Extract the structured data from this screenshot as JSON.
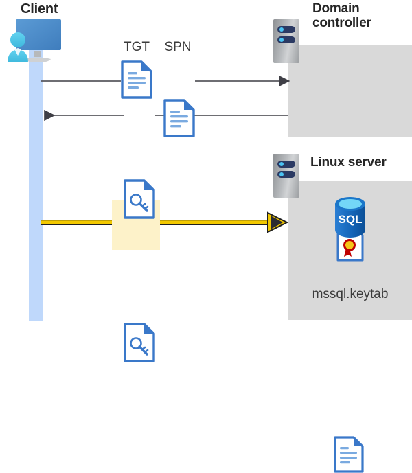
{
  "diagram": {
    "title": "Kerberos authentication flow between client, domain controller and Linux server",
    "background": "#ffffff",
    "colors": {
      "panel_gray": "#d9d9d9",
      "lifeline_blue": "#bfd8fb",
      "arrow_gray": "#3f3f46",
      "arrow_yellow": "#f2c800",
      "highlight_yellow": "#fdf2c9",
      "doc_blue": "#3a78c9",
      "title_dark": "#262626",
      "sql_blue": "#0f6cbd",
      "cert_gold": "#f5c518",
      "cert_red": "#c00000"
    }
  },
  "nodes": {
    "client": {
      "label": "Client",
      "icon": "user-monitor-icon",
      "lifeline": true
    },
    "domain_controller": {
      "label_line1": "Domain",
      "label_line2": "controller",
      "label": "Domain controller",
      "icon": "server-rack-icon",
      "contents": [
        {
          "name": "certificate-icon",
          "label": ""
        }
      ]
    },
    "linux_server": {
      "label": "Linux server",
      "icon": "server-rack-icon",
      "contents": [
        {
          "name": "sql-database-icon",
          "label": "SQL"
        },
        {
          "name": "keytab-file-icon",
          "label": "mssql.keytab"
        }
      ]
    }
  },
  "messages": [
    {
      "id": "request",
      "from": "client",
      "to": "domain_controller",
      "direction": "right",
      "color": "#3f3f46",
      "artifacts": [
        {
          "label": "TGT",
          "icon": "document-icon"
        },
        {
          "label": "SPN",
          "icon": "document-icon"
        }
      ]
    },
    {
      "id": "response",
      "from": "domain_controller",
      "to": "client",
      "direction": "left",
      "color": "#3f3f46",
      "artifacts": [
        {
          "label": "",
          "icon": "document-key-icon"
        }
      ]
    },
    {
      "id": "service-ticket",
      "from": "client",
      "to": "linux_server",
      "direction": "right",
      "color": "#f2c800",
      "highlighted": true,
      "artifacts": [
        {
          "label": "",
          "icon": "document-key-icon"
        }
      ]
    }
  ],
  "labels": {
    "tgt": "TGT",
    "spn": "SPN",
    "sql": "SQL",
    "keytab_file": "mssql.keytab"
  }
}
